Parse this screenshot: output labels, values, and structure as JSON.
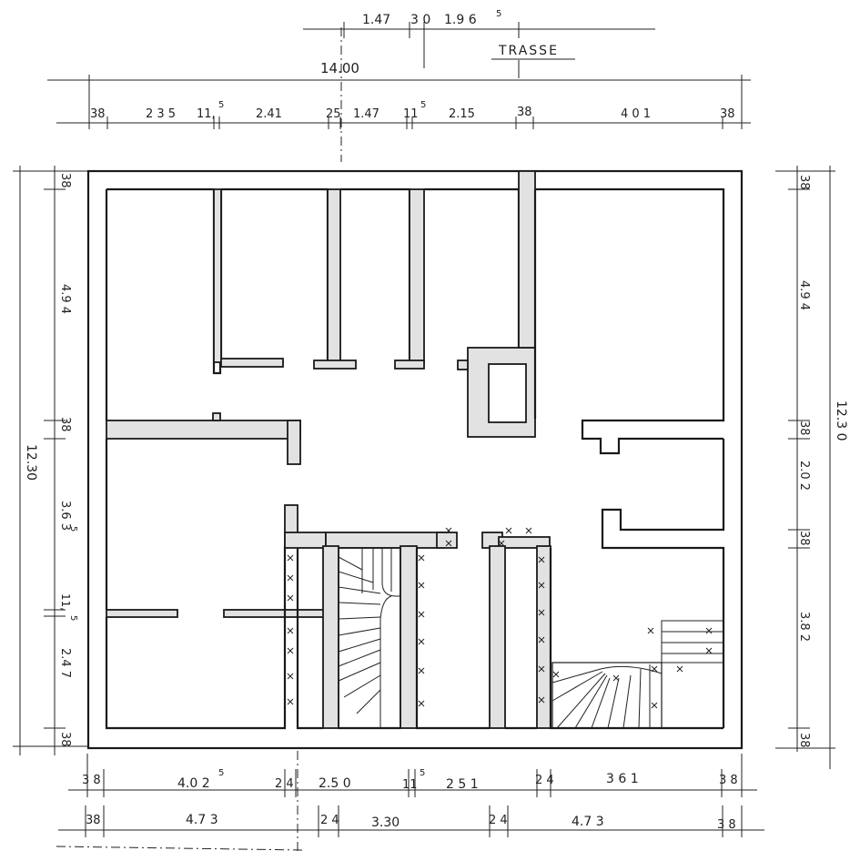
{
  "street_label": "TRASSE",
  "dims": {
    "top0": [
      "1.47",
      "3 0",
      "1.9 6"
    ],
    "top0_super": "5",
    "overall_width": "14.00",
    "top2": [
      "38",
      "2 3 5",
      "11,",
      "2.41",
      "25",
      "1.47",
      "11",
      "2.15",
      "38",
      "4 0 1",
      "38"
    ],
    "top2_super": [
      "5",
      "5"
    ],
    "left_total": "12.30",
    "left": [
      "38",
      "4.9 4",
      "38",
      "3.6 3",
      "11,",
      "2.4 7",
      "38"
    ],
    "left_super": [
      "5",
      "5"
    ],
    "right_total": "12.3 0",
    "right": [
      "38",
      "4.9 4",
      "38",
      "2.0 2",
      "38",
      "3.8 2",
      "38"
    ],
    "bottom1": [
      "3 8",
      "4.0 2",
      "2 4",
      "2.5 0",
      "11",
      "2 5 1",
      "2 4",
      "3 6 1",
      "3 8"
    ],
    "bottom1_super": [
      "5",
      "5"
    ],
    "bottom2": [
      "38",
      "4.7 3",
      "2 4",
      "3.30",
      "2 4",
      "4.7 3",
      "3 8"
    ]
  }
}
